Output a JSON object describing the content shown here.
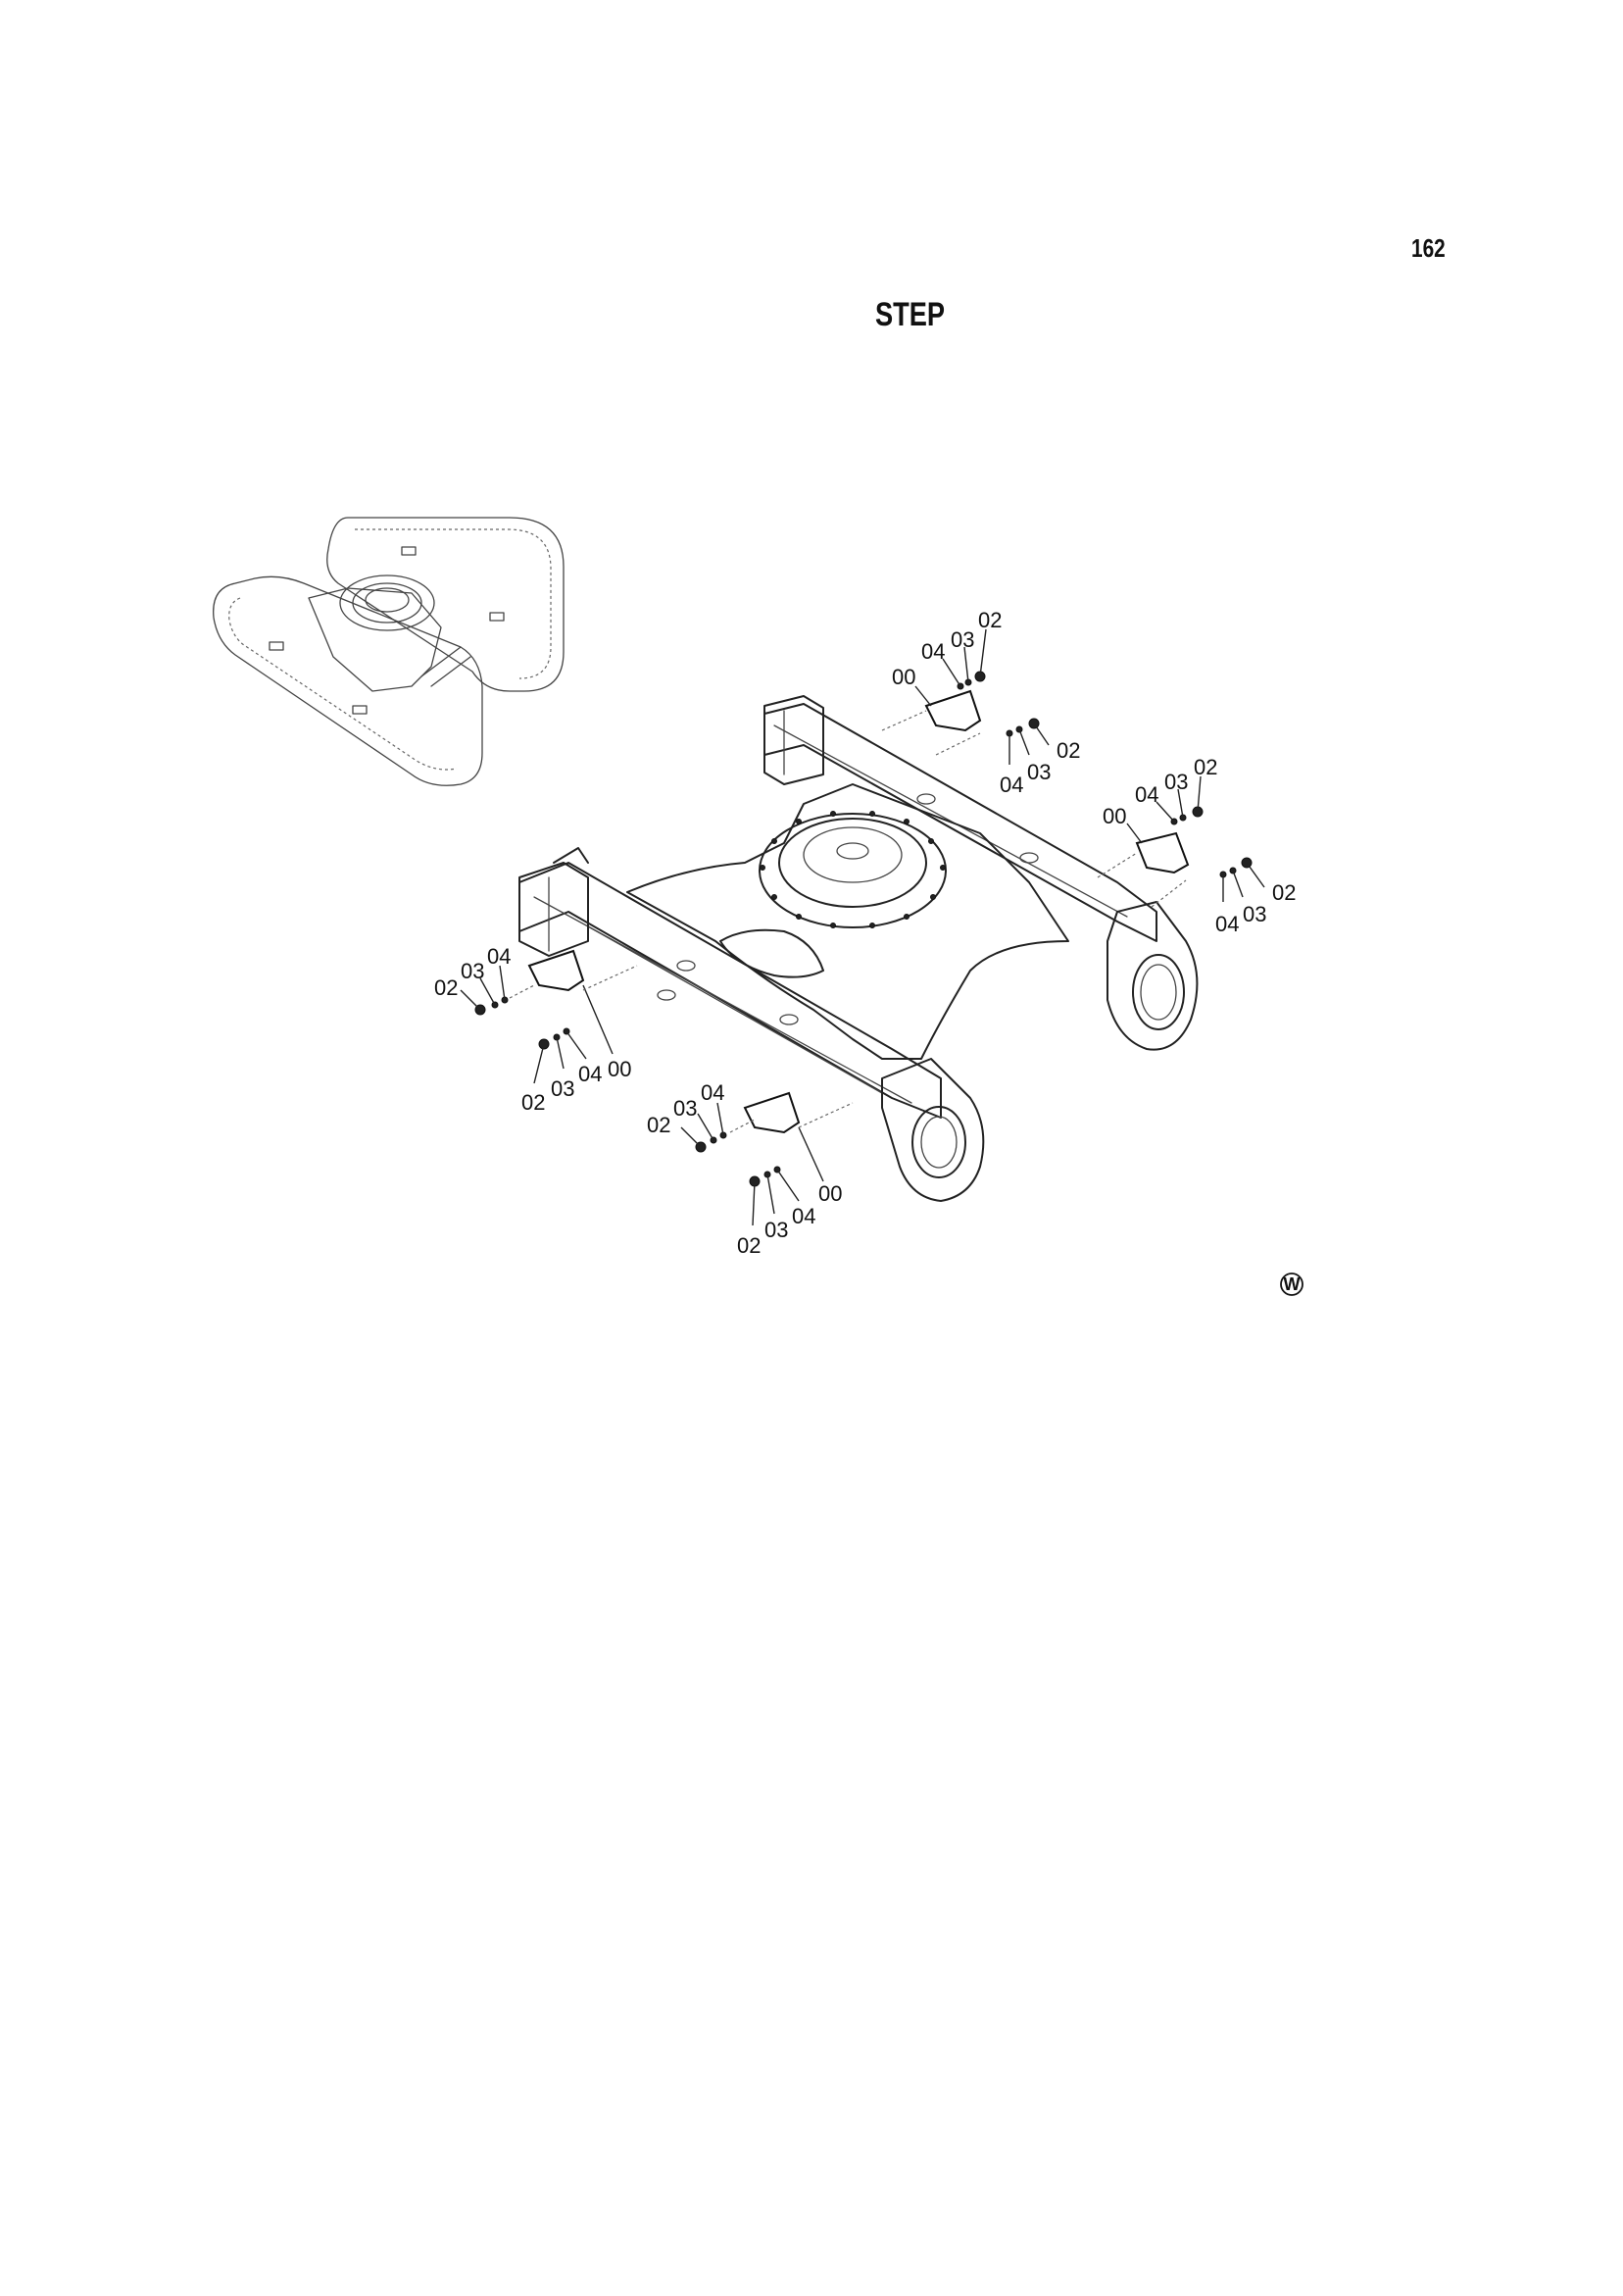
{
  "page": {
    "number": "162",
    "title": "STEP",
    "mark": "W"
  },
  "callouts": [
    {
      "group": "top-left-step",
      "labels": [
        "00",
        "04",
        "03",
        "02"
      ]
    },
    {
      "group": "top-left-bolt",
      "labels": [
        "04",
        "03",
        "02"
      ]
    },
    {
      "group": "top-right-step",
      "labels": [
        "00",
        "04",
        "03",
        "02"
      ]
    },
    {
      "group": "top-right-bolt",
      "labels": [
        "04",
        "03",
        "02"
      ]
    },
    {
      "group": "left-upper-bolt",
      "labels": [
        "02",
        "03",
        "04"
      ]
    },
    {
      "group": "left-lower-step",
      "labels": [
        "02",
        "03",
        "04",
        "00"
      ]
    },
    {
      "group": "mid-upper-bolt",
      "labels": [
        "02",
        "03",
        "04"
      ]
    },
    {
      "group": "mid-lower-step",
      "labels": [
        "02",
        "03",
        "04",
        "00"
      ]
    }
  ],
  "labels": {
    "c1": "00",
    "c2": "04",
    "c3": "03",
    "c4": "02",
    "c5": "04",
    "c6": "03",
    "c7": "02",
    "c8": "00",
    "c9": "04",
    "c10": "03",
    "c11": "02",
    "c12": "04",
    "c13": "03",
    "c14": "02",
    "c15": "02",
    "c16": "03",
    "c17": "04",
    "c18": "02",
    "c19": "03",
    "c20": "04",
    "c21": "00",
    "c22": "02",
    "c23": "03",
    "c24": "04",
    "c25": "02",
    "c26": "03",
    "c27": "04",
    "c28": "00"
  }
}
